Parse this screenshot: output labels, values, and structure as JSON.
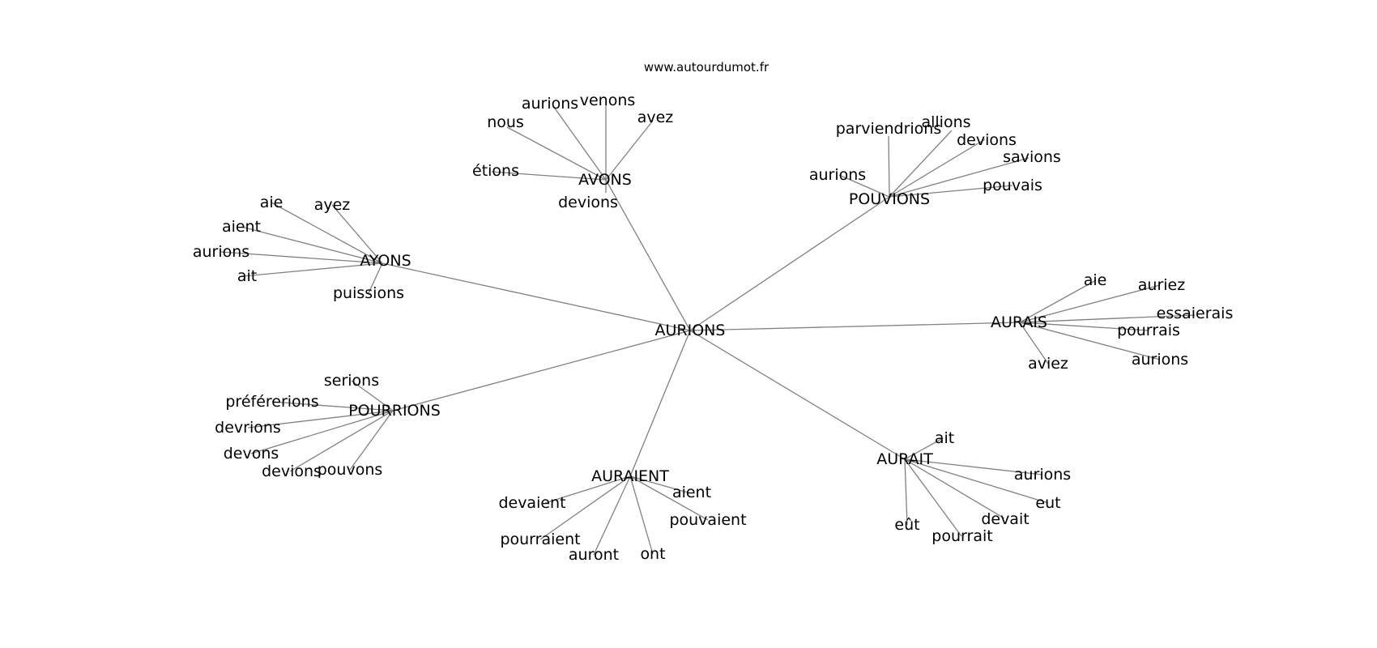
{
  "source": "www.autourdumot.fr",
  "center": "AURIONS",
  "clusters": [
    {
      "hub": "AVONS",
      "words": [
        "nous",
        "aurions",
        "venons",
        "avez",
        "étions",
        "devions"
      ]
    },
    {
      "hub": "POUVIONS",
      "words": [
        "parviendrions",
        "allions",
        "devions",
        "savions",
        "aurions",
        "pouvais"
      ]
    },
    {
      "hub": "AYONS",
      "words": [
        "aie",
        "ayez",
        "aient",
        "aurions",
        "ait",
        "puissions"
      ]
    },
    {
      "hub": "AURAIS",
      "words": [
        "aie",
        "auriez",
        "essaierais",
        "pourrais",
        "aurions",
        "aviez"
      ]
    },
    {
      "hub": "POURRIONS",
      "words": [
        "serions",
        "préférerions",
        "devrions",
        "devons",
        "devions",
        "pouvons"
      ]
    },
    {
      "hub": "AURAIT",
      "words": [
        "ait",
        "aurions",
        "eut",
        "devait",
        "pourrait",
        "eût"
      ]
    },
    {
      "hub": "AURAIENT",
      "words": [
        "aient",
        "devaient",
        "pouvaient",
        "pourraient",
        "auront",
        "ont"
      ]
    }
  ]
}
